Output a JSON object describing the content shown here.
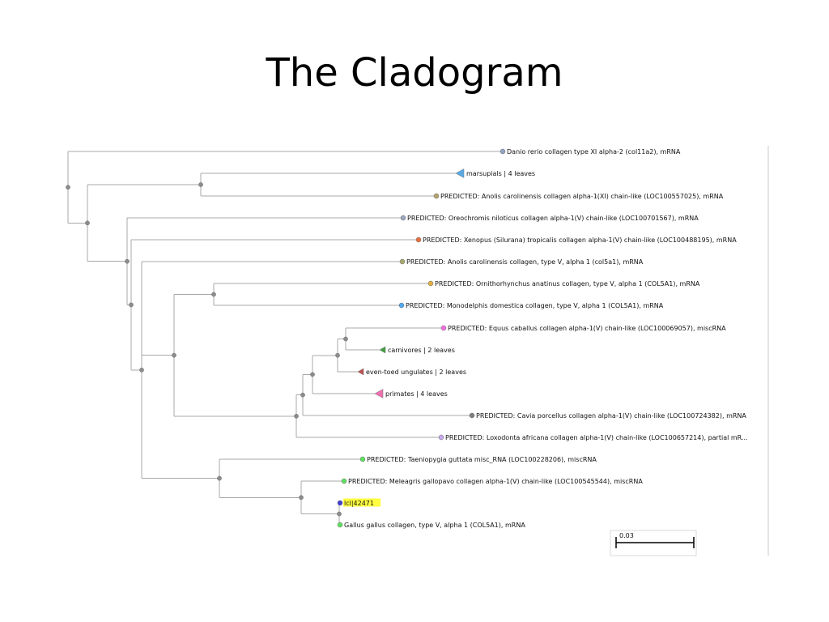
{
  "slide": {
    "title": "The Cladogram"
  },
  "tree": {
    "leaves": [
      {
        "id": "danio",
        "label": "Danio rerio collagen type XI alpha-2 (col11a2), mRNA",
        "color": "#8fa3c4",
        "kind": "leaf"
      },
      {
        "id": "marsupials",
        "label": "marsupials | 4 leaves",
        "color": "#5aa9e6",
        "kind": "collapsed"
      },
      {
        "id": "anolis_xi",
        "label": "PREDICTED: Anolis carolinensis collagen alpha-1(XI) chain-like (LOC100557025), mRNA",
        "color": "#b5a46a",
        "kind": "leaf"
      },
      {
        "id": "oreochromis",
        "label": "PREDICTED: Oreochromis niloticus collagen alpha-1(V) chain-like (LOC100701567), mRNA",
        "color": "#9aa8c0",
        "kind": "leaf"
      },
      {
        "id": "xenopus",
        "label": "PREDICTED: Xenopus (Silurana) tropicalis collagen alpha-1(V) chain-like (LOC100488195), mRNA",
        "color": "#e87040",
        "kind": "leaf"
      },
      {
        "id": "anolis_v",
        "label": "PREDICTED: Anolis carolinensis collagen, type V, alpha 1 (col5a1), mRNA",
        "color": "#a8a870",
        "kind": "leaf"
      },
      {
        "id": "ornitho",
        "label": "PREDICTED: Ornithorhynchus anatinus collagen, type V, alpha 1 (COL5A1), mRNA",
        "color": "#e0b040",
        "kind": "leaf"
      },
      {
        "id": "monodelphis",
        "label": "PREDICTED: Monodelphis domestica collagen, type V, alpha 1 (COL5A1), mRNA",
        "color": "#50a8f0",
        "kind": "leaf"
      },
      {
        "id": "equus",
        "label": "PREDICTED: Equus caballus collagen alpha-1(V) chain-like (LOC100069057), miscRNA",
        "color": "#f070e0",
        "kind": "leaf"
      },
      {
        "id": "carnivores",
        "label": "carnivores | 2 leaves",
        "color": "#40a040",
        "kind": "collapsed"
      },
      {
        "id": "ungulates",
        "label": "even-toed ungulates | 2 leaves",
        "color": "#c05050",
        "kind": "collapsed"
      },
      {
        "id": "primates",
        "label": "primates | 4 leaves",
        "color": "#f070b0",
        "kind": "collapsed"
      },
      {
        "id": "cavia",
        "label": "PREDICTED: Cavia porcellus collagen alpha-1(V) chain-like (LOC100724382), mRNA",
        "color": "#808080",
        "kind": "leaf"
      },
      {
        "id": "loxodonta",
        "label": "PREDICTED: Loxodonta africana collagen alpha-1(V) chain-like (LOC100657214), partial mR...",
        "color": "#c8a8f0",
        "kind": "leaf"
      },
      {
        "id": "taeniopygia",
        "label": "PREDICTED: Taeniopygia guttata misc_RNA (LOC100228206), miscRNA",
        "color": "#60e060",
        "kind": "leaf"
      },
      {
        "id": "meleagris",
        "label": "PREDICTED: Meleagris gallopavo collagen alpha-1(V) chain-like (LOC100545544), miscRNA",
        "color": "#60e060",
        "kind": "leaf"
      },
      {
        "id": "query",
        "label": "lcl|42471",
        "color": "#4040d0",
        "kind": "leaf",
        "highlight": "#ffff40"
      },
      {
        "id": "gallus",
        "label": "Gallus gallus collagen, type V, alpha 1 (COL5A1), mRNA",
        "color": "#60e060",
        "kind": "leaf"
      }
    ],
    "scale_bar": {
      "label": "0.03"
    }
  }
}
